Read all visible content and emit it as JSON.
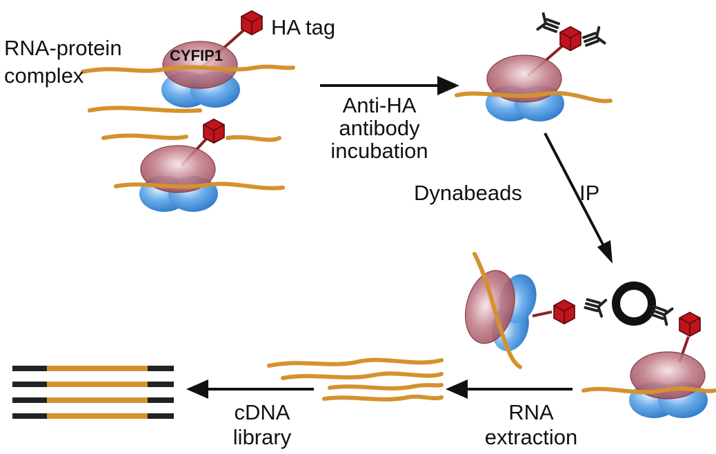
{
  "labels": {
    "ha_tag": "HA tag",
    "complex_line1": "RNA-protein",
    "complex_line2": "complex",
    "cyfip1": "CYFIP1",
    "antibody_line1": "Anti-HA",
    "antibody_line2": "antibody",
    "antibody_line3": "incubation",
    "dynabeads": "Dynabeads",
    "ip": "IP",
    "rna_line1": "RNA",
    "rna_line2": "extraction",
    "cdna_line1": "cDNA",
    "cdna_line2": "library"
  },
  "colors": {
    "rna_strand": "#d4922e",
    "small_subunit": "#3f8fd8",
    "cyfip1_protein": "#a84c5a",
    "ha_tag": "#c0141c",
    "antibody": "#222222",
    "dynabead": "#111111",
    "arrow": "#111111",
    "adapter": "#222222"
  }
}
